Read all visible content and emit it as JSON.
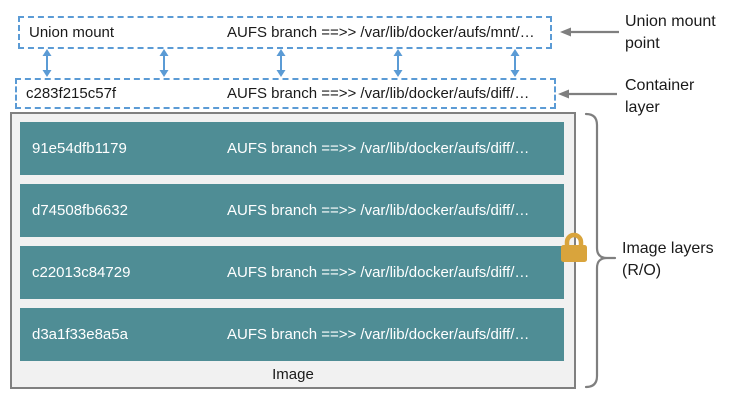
{
  "diagram": {
    "union_mount": {
      "id": "Union mount",
      "path": "AUFS branch ==>> /var/lib/docker/aufs/mnt/…"
    },
    "container_layer": {
      "id": "c283f215c57f",
      "path": "AUFS branch ==>> /var/lib/docker/aufs/diff/…"
    },
    "image_layers": [
      {
        "id": "91e54dfb1179",
        "path": "AUFS branch ==>> /var/lib/docker/aufs/diff/…"
      },
      {
        "id": "d74508fb6632",
        "path": "AUFS branch ==>> /var/lib/docker/aufs/diff/…"
      },
      {
        "id": "c22013c84729",
        "path": "AUFS branch ==>> /var/lib/docker/aufs/diff/…"
      },
      {
        "id": "d3a1f33e8a5a",
        "path": "AUFS branch ==>> /var/lib/docker/aufs/diff/…"
      }
    ],
    "image_label": "Image",
    "annotations": {
      "union_mount_point": "Union mount point",
      "container_layer": "Container layer",
      "image_layers": "Image layers (R/O)"
    },
    "icons": {
      "lock": "closed-padlock",
      "double_arrow": "vertical-double-arrow",
      "pointer_arrow": "left-arrow"
    },
    "colors": {
      "layer_teal": "#4f8d95",
      "dashed_border_blue": "#5b9bd5",
      "arrow_blue": "#5b9bd5",
      "outer_box_bg": "#f1f1f1",
      "outer_box_border": "#808080",
      "annotation_gray": "#7f7f7f",
      "lock_gold": "#d9a43c",
      "layer_text": "#ffffff",
      "text": "#1a1a1a"
    }
  }
}
